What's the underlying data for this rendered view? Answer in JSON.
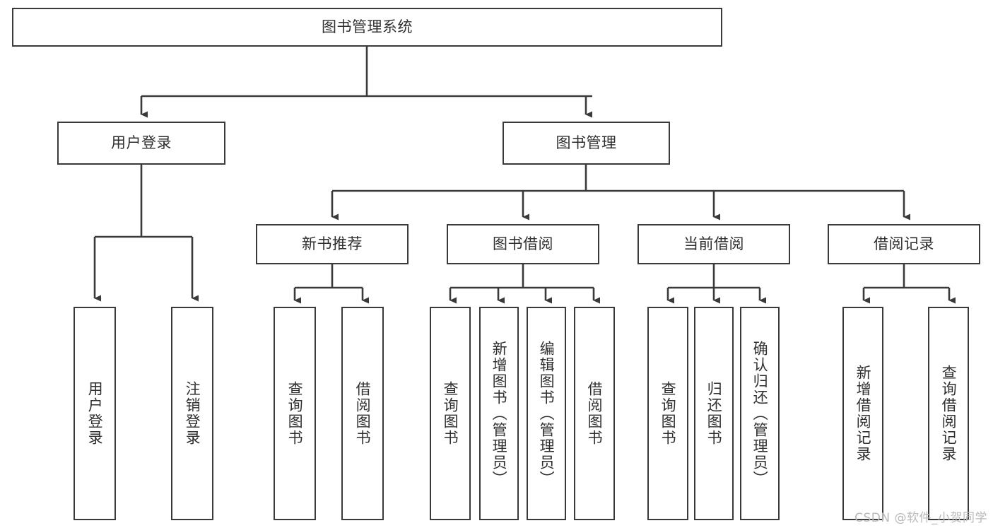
{
  "diagram": {
    "title": "图书管理系统",
    "type": "tree-hierarchy-chart",
    "stroke_color": "#3a3a3a",
    "text_color": "#2f2f2f",
    "background_color": "#ffffff"
  },
  "root": {
    "label": "图书管理系统"
  },
  "level2": [
    {
      "label": "用户登录"
    },
    {
      "label": "图书管理"
    }
  ],
  "level3": [
    {
      "label": "新书推荐"
    },
    {
      "label": "图书借阅"
    },
    {
      "label": "当前借阅"
    },
    {
      "label": "借阅记录"
    }
  ],
  "leaves": {
    "user_login": [
      {
        "label": "用户登录"
      },
      {
        "label": "注销登录"
      }
    ],
    "new_book_recommend": [
      {
        "label": "查询图书"
      },
      {
        "label": "借阅图书"
      }
    ],
    "book_borrow": [
      {
        "label": "查询图书"
      },
      {
        "label": "新增图书（管理员）"
      },
      {
        "label": "编辑图书（管理员）"
      },
      {
        "label": "借阅图书"
      }
    ],
    "current_borrow": [
      {
        "label": "查询图书"
      },
      {
        "label": "归还图书"
      },
      {
        "label": "确认归还（管理员）"
      }
    ],
    "borrow_record": [
      {
        "label": "新增借阅记录"
      },
      {
        "label": "查询借阅记录"
      }
    ]
  },
  "watermark": {
    "text": "CSDN @软件_小贺同学"
  }
}
